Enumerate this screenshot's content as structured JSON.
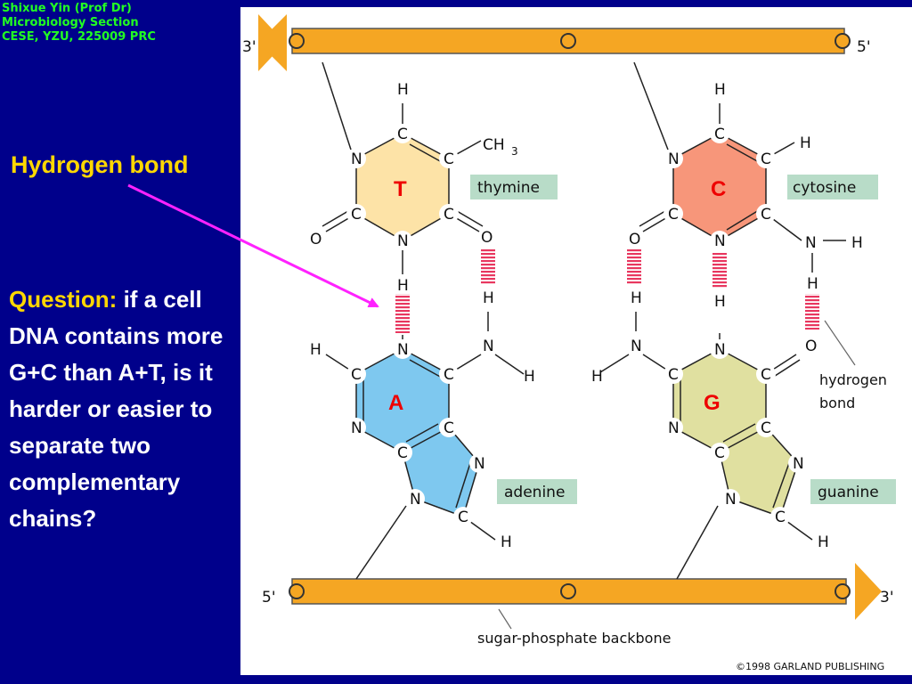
{
  "credit": {
    "line1": "Shixue Yin (Prof Dr)",
    "line2": "Microbiology  Section",
    "line3": "CESE, YZU, 225009 PRC"
  },
  "title": "Hydrogen bond",
  "question": {
    "label": "Question:",
    "text": " if a cell DNA contains more G+C than A+T, is it harder or easier to separate two complementary chains?"
  },
  "diagram": {
    "top_strand": {
      "left_end": "3'",
      "right_end": "5'"
    },
    "bottom_strand": {
      "left_end": "5'",
      "right_end": "3'"
    },
    "bases": {
      "thymine": {
        "letter": "T",
        "name": "thymine"
      },
      "cytosine": {
        "letter": "C",
        "name": "cytosine"
      },
      "adenine": {
        "letter": "A",
        "name": "adenine"
      },
      "guanine": {
        "letter": "G",
        "name": "guanine"
      }
    },
    "hydrogen_bond_label_1": "hydrogen",
    "hydrogen_bond_label_2": "bond",
    "backbone_label": "sugar-phosphate backbone",
    "copyright": "©1998 GARLAND PUBLISHING",
    "atoms": {
      "H": "H",
      "C": "C",
      "N": "N",
      "O": "O",
      "CH3": "CH",
      "CH3_sub": "3"
    }
  },
  "colors": {
    "background": "#00008b",
    "backbone": "#f5a623",
    "thymine": "#fde3a7",
    "cytosine": "#f7967a",
    "adenine": "#7ec8ef",
    "guanine": "#e0e0a0",
    "label_box": "#b8dcc8",
    "hbond": "#e8375f",
    "arrow": "#ff22ff"
  }
}
